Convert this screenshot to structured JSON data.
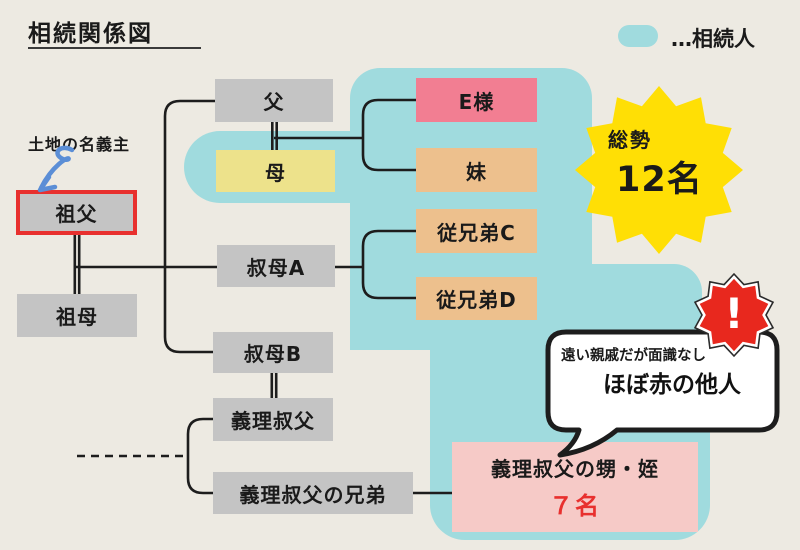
{
  "title": "相続関係図",
  "legend": {
    "label": "…相続人"
  },
  "annotation": {
    "land_owner": "土地の名義主"
  },
  "nodes": {
    "father": "父",
    "mother": "母",
    "e_sama": "E様",
    "sister": "妹",
    "grandfather": "祖父",
    "grandmother": "祖母",
    "aunt_a": "叔母A",
    "aunt_b": "叔母B",
    "cousin_c": "従兄弟C",
    "cousin_d": "従兄弟D",
    "uncle_in_law": "義理叔父",
    "uncle_in_law_brother": "義理叔父の兄弟",
    "nephews_title": "義理叔父の甥・姪",
    "nephews_count": "７名"
  },
  "total_badge": {
    "label": "総勢",
    "count": "12名"
  },
  "speech_bubble": {
    "line1": "遠い親戚だが面識なし",
    "line2": "ほぼ赤の他人"
  },
  "alert": {
    "mark": "!"
  },
  "colors": {
    "background": "#edeae2",
    "heir_teal": "#a0dbde",
    "box_gray": "#c4c4c4",
    "box_yellow": "#ede28b",
    "box_pink": "#f27e92",
    "box_tan": "#edc08d",
    "nephews_pink": "#f6cac7",
    "accent_red": "#e8302e",
    "star_yellow": "#ffdf05",
    "badge_red": "#e8281e",
    "arrow_blue": "#5b8ed6",
    "line_black": "#1d1d1d"
  }
}
